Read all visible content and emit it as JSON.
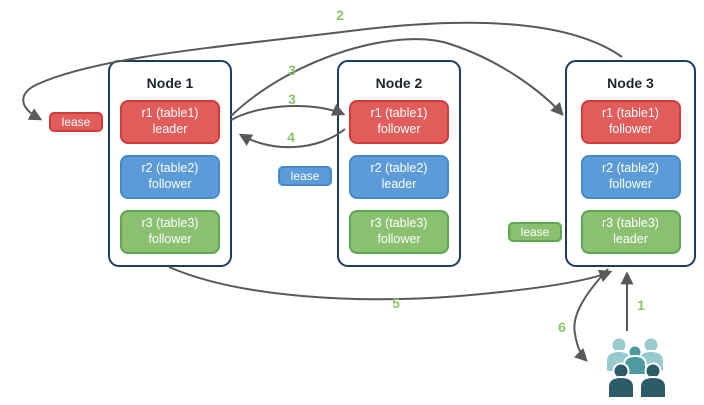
{
  "colors": {
    "red-fill": "#e05d5b",
    "red-border": "#d03c3a",
    "blue-fill": "#5b9bd8",
    "blue-border": "#4489c8",
    "green-fill": "#8ac070",
    "green-border": "#5fa652",
    "node-border": "#1f3b63",
    "title-text": "#1f2430",
    "arrow": "#595959",
    "step": "#8bc66d",
    "icon-light": "#97cbcd",
    "icon-medium": "#4d9aa0",
    "icon-dark": "#2e5b68"
  },
  "diagram": {
    "nodes": [
      {
        "title": "Node 1",
        "replicas": [
          {
            "label": "r1 (table1)",
            "role": "leader",
            "color": "red"
          },
          {
            "label": "r2 (table2)",
            "role": "follower",
            "color": "blue"
          },
          {
            "label": "r3 (table3)",
            "role": "follower",
            "color": "green"
          }
        ]
      },
      {
        "title": "Node 2",
        "replicas": [
          {
            "label": "r1 (table1)",
            "role": "follower",
            "color": "red"
          },
          {
            "label": "r2 (table2)",
            "role": "leader",
            "color": "blue"
          },
          {
            "label": "r3 (table3)",
            "role": "follower",
            "color": "green"
          }
        ]
      },
      {
        "title": "Node 3",
        "replicas": [
          {
            "label": "r1 (table1)",
            "role": "follower",
            "color": "red"
          },
          {
            "label": "r2 (table2)",
            "role": "follower",
            "color": "blue"
          },
          {
            "label": "r3 (table3)",
            "role": "leader",
            "color": "green"
          }
        ]
      }
    ],
    "leases": [
      {
        "label": "lease",
        "color": "red"
      },
      {
        "label": "lease",
        "color": "blue"
      },
      {
        "label": "lease",
        "color": "green"
      }
    ],
    "steps": {
      "s1": "1",
      "s2": "2",
      "s3a": "3",
      "s3b": "3",
      "s4": "4",
      "s5": "5",
      "s6": "6"
    },
    "icons": {
      "clients": "users-group-icon"
    }
  }
}
